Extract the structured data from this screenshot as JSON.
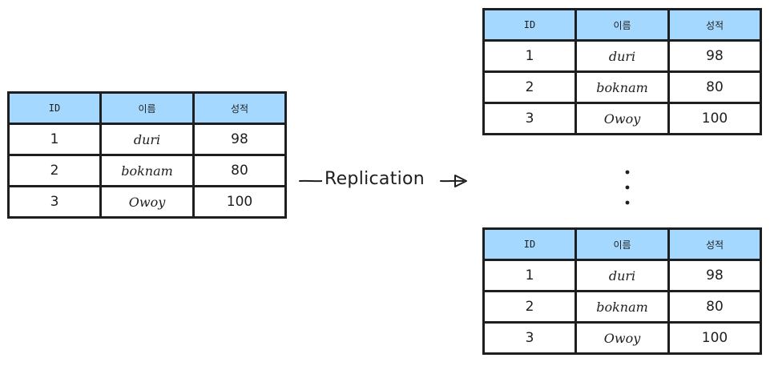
{
  "columns": [
    "ID",
    "이름",
    "성적"
  ],
  "rows": [
    {
      "id": "1",
      "name": "duri",
      "score": "98"
    },
    {
      "id": "2",
      "name": "boknam",
      "score": "80"
    },
    {
      "id": "3",
      "name": "Owoy",
      "score": "100"
    }
  ],
  "arrow_label": "Replication",
  "colors": {
    "header_fill": "#a5d8ff",
    "stroke": "#1e1e1e",
    "background": "#ffffff"
  }
}
